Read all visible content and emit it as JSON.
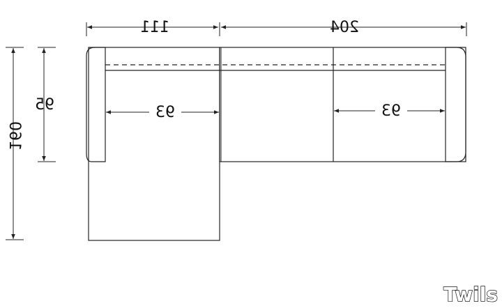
{
  "dimensions": {
    "top_left": "111",
    "top_right": "204",
    "left_outer": "160",
    "left_inner": "95",
    "seat_left": "93",
    "seat_right": "93"
  },
  "brand": {
    "logo_text": "Twils"
  }
}
